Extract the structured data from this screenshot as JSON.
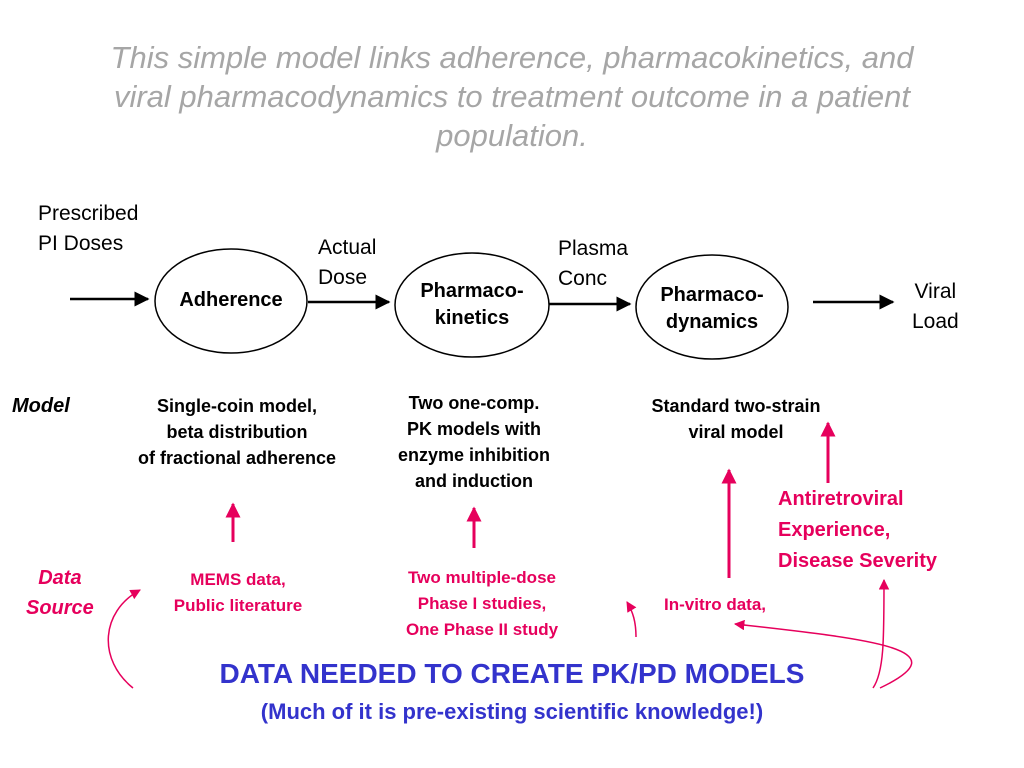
{
  "title": "This simple model links adherence, pharmacokinetics, and viral pharmacodynamics to treatment outcome in a patient population.",
  "flow": {
    "input_label": [
      "Prescribed",
      "PI Doses"
    ],
    "actual_dose_label": [
      "Actual",
      "Dose"
    ],
    "plasma_conc_label": [
      "Plasma",
      "Conc"
    ],
    "output_label": [
      "Viral",
      "Load"
    ]
  },
  "nodes": {
    "adherence": "Adherence",
    "pharmacokinetics": [
      "Pharmaco-",
      "kinetics"
    ],
    "pharmacodynamics": [
      "Pharmaco-",
      "dynamics"
    ]
  },
  "model_row": {
    "label": "Model",
    "adherence_model": [
      "Single-coin model,",
      "beta distribution",
      "of fractional adherence"
    ],
    "pk_model": [
      "Two one-comp.",
      "PK models with",
      "enzyme inhibition",
      "and induction"
    ],
    "pd_model": [
      "Standard two-strain",
      "viral model"
    ]
  },
  "data_source_row": {
    "label": [
      "Data",
      "Source"
    ],
    "adherence_source": [
      "MEMS data,",
      "Public literature"
    ],
    "pk_source": [
      "Two multiple-dose",
      "Phase I studies,",
      "One Phase II study"
    ],
    "pd_source_invitro": "In-vitro data,",
    "pd_source_clinical": [
      "Antiretroviral",
      "Experience,",
      "Disease Severity"
    ]
  },
  "footer": {
    "heading": "DATA NEEDED TO CREATE PK/PD MODELS",
    "subheading": "(Much of it is pre-existing scientific knowledge!)"
  },
  "colors": {
    "title": "#a6a6a6",
    "source_text": "#e6005c",
    "source_arrows": "#e6005c",
    "footer_text": "#3333cc",
    "flow_arrows": "#000000"
  }
}
